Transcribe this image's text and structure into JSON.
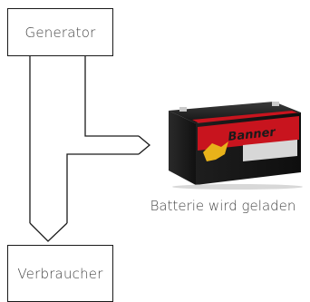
{
  "diagram": {
    "generator_label": "Generator",
    "consumer_label": "Verbraucher",
    "battery_caption": "Batterie wird geladen",
    "battery_brand": "Banner",
    "colors": {
      "line": "#1a1a1a",
      "text": "#444444",
      "battery_red": "#c8141e",
      "battery_dark": "#1c1c1c",
      "battery_gold": "#e8b21a"
    },
    "battery_icon": "car-battery-image"
  }
}
